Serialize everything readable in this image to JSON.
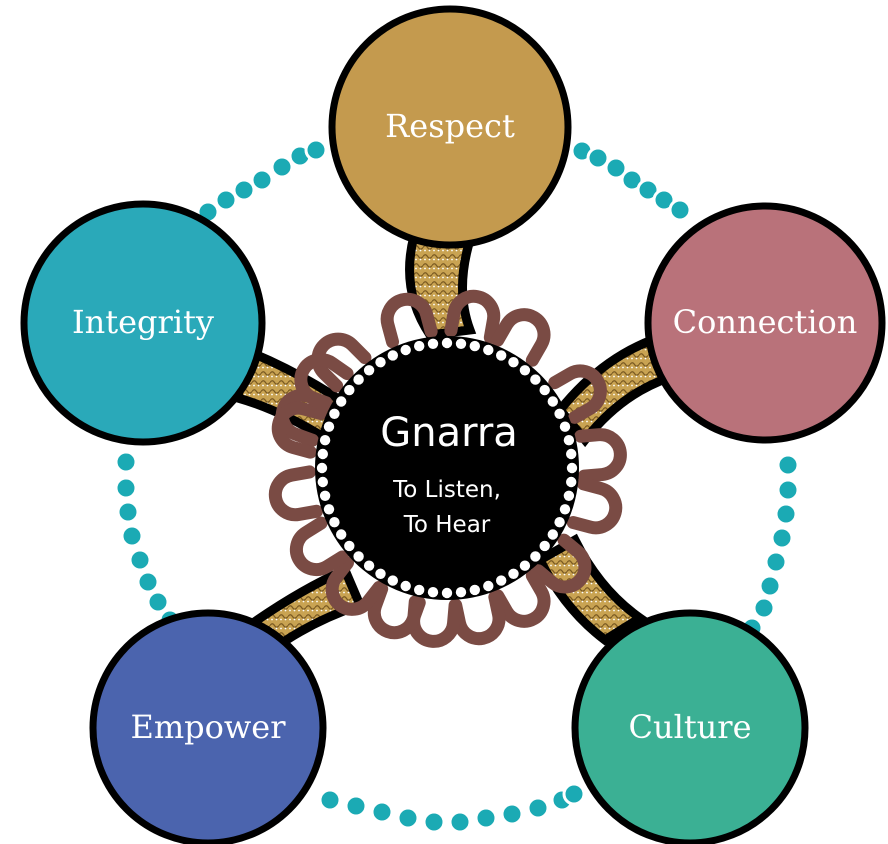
{
  "center": {
    "title": "Gnarra",
    "subtitle_line1": "To Listen,",
    "subtitle_line2": "To Hear",
    "fill": "#000000"
  },
  "nodes": [
    {
      "id": "respect",
      "label": "Respect",
      "color": "#C49A4E"
    },
    {
      "id": "connection",
      "label": "Connection",
      "color": "#B9727A"
    },
    {
      "id": "culture",
      "label": "Culture",
      "color": "#3BB094"
    },
    {
      "id": "empower",
      "label": "Empower",
      "color": "#4B64AE"
    },
    {
      "id": "integrity",
      "label": "Integrity",
      "color": "#2AA9B9"
    }
  ],
  "colors": {
    "path_fill": "#C9A352",
    "path_pattern": "#7A5A22",
    "u_shape": "#7A4B44",
    "bead": "#1BAAB4",
    "outline": "#000000"
  }
}
